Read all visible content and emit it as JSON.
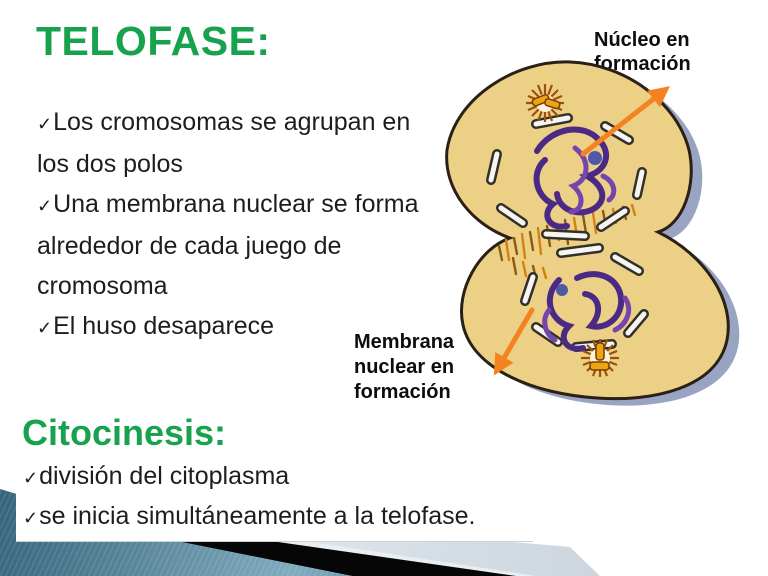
{
  "slide": {
    "title": "TELOFASE:",
    "bullet_marker": "✓",
    "bullets": [
      "Los cromosomas se agrupan en los dos polos",
      "Una membrana nuclear se forma alrededor de cada juego de cromosoma",
      "El huso desaparece"
    ],
    "subtitle": "Citocinesis:",
    "sub_bullets": [
      "división del citoplasma",
      "se inicia simultáneamente a la telofase."
    ]
  },
  "figure": {
    "label_top": {
      "line1": "Núcleo en",
      "line2": "formación"
    },
    "label_bottom": {
      "line1": "Membrana",
      "line2": "nuclear en",
      "line3": "formación"
    }
  },
  "colors": {
    "heading_green": "#19a24e",
    "body_text": "#1d1d1d",
    "arrow_orange": "#f58220",
    "cell_fill": "#ecd086",
    "chromosome_purple": "#4b2a86",
    "footer_teal": "#4d7f96",
    "footer_black": "#060606",
    "footer_silver": "#dce3e9"
  }
}
